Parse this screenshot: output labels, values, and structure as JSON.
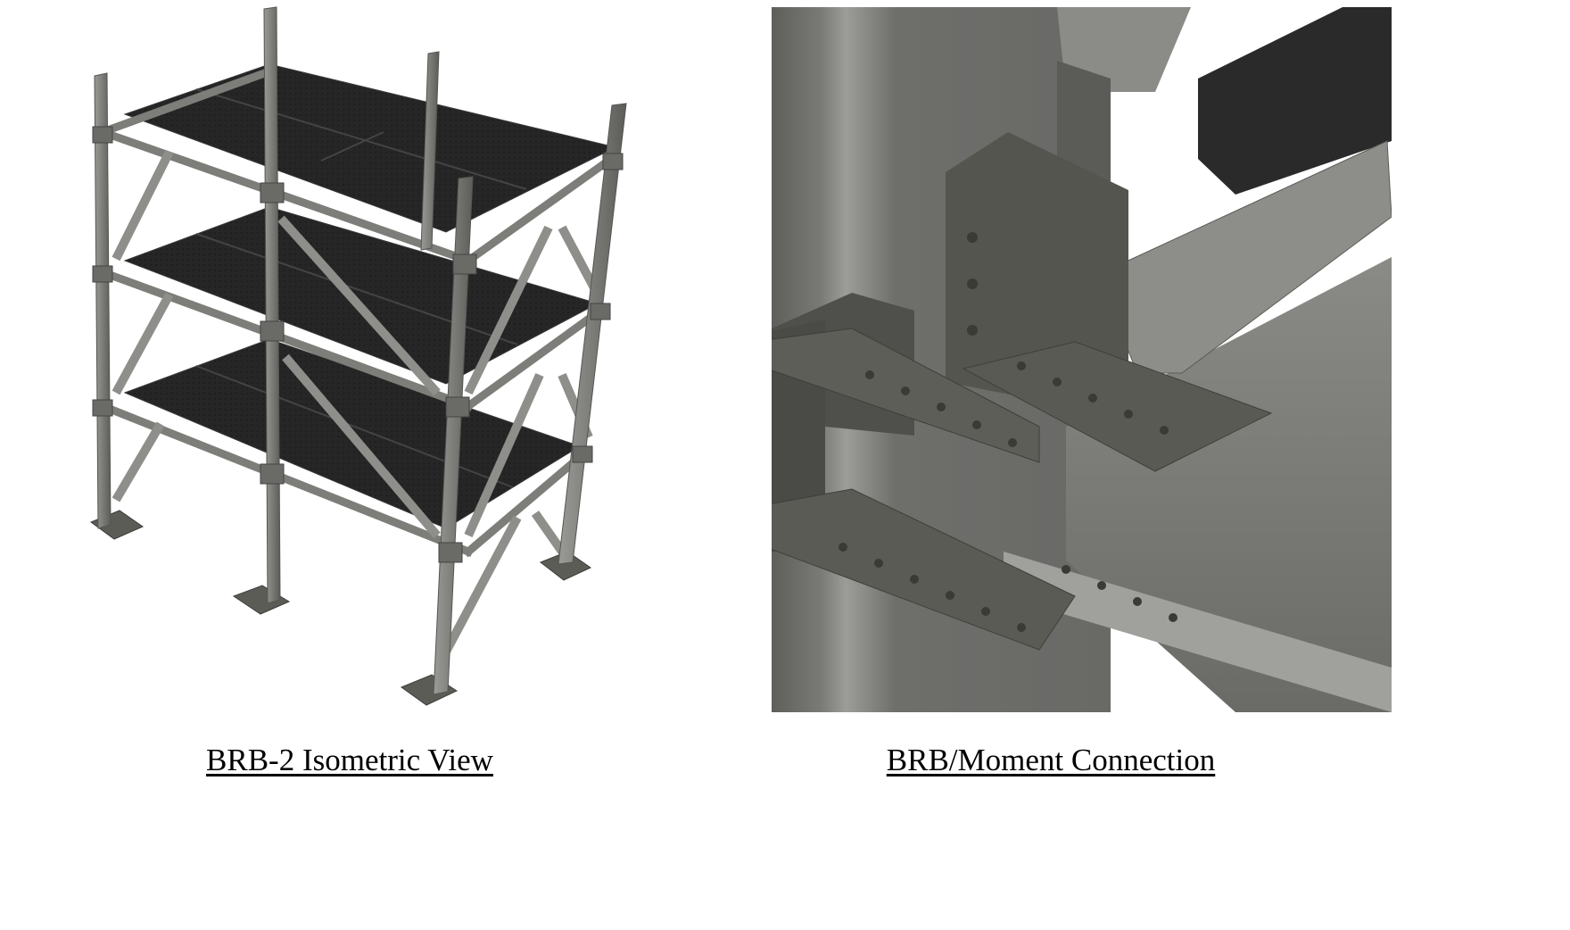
{
  "figures": [
    {
      "caption": "BRB-2 Isometric View",
      "image_subject": "isometric-3d-render-steel-frame"
    },
    {
      "caption": "BRB/Moment Connection",
      "image_subject": "3d-render-steel-connection-detail"
    }
  ],
  "colors": {
    "background": "#ffffff",
    "steel_light": "#8a8a87",
    "steel_mid": "#6e6e6b",
    "steel_dark": "#4f4f4c",
    "deck": "#262626",
    "plate_dark": "#5a5a55"
  }
}
